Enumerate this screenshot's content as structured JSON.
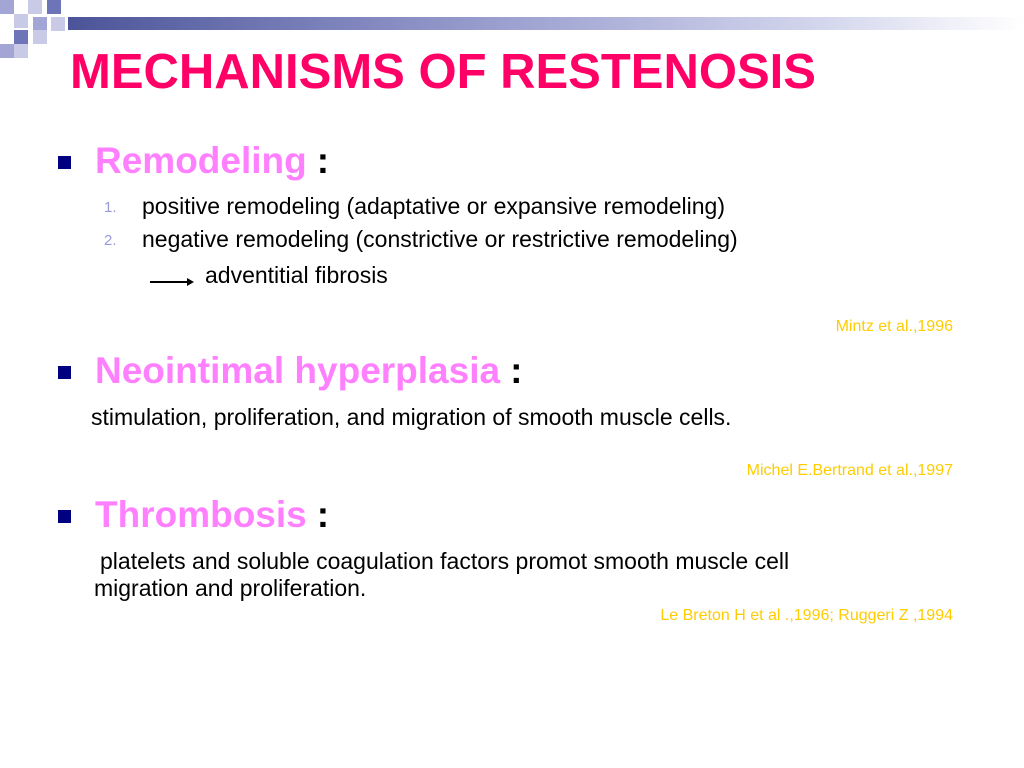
{
  "slide": {
    "title": "MECHANISMS OF RESTENOSIS",
    "accent_colors": {
      "title": "#ff0066",
      "heading": "#ff80ff",
      "citation": "#ffcc00",
      "bullet": "#000080",
      "numbering": "#9999dd"
    }
  },
  "sections": [
    {
      "heading": "Remodeling",
      "colon": ":",
      "items": [
        {
          "number": "1.",
          "text": "positive remodeling (adaptative or expansive remodeling)"
        },
        {
          "number": "2.",
          "text": "negative remodeling (constrictive or restrictive remodeling)"
        }
      ],
      "arrow_icon": "right-arrow-icon",
      "arrow_text": "adventitial fibrosis",
      "citation": "Mintz et al.,1996"
    },
    {
      "heading": "Neointimal hyperplasia",
      "colon": ":",
      "text": "stimulation, proliferation, and migration of smooth muscle cells.",
      "citation": "Michel E.Bertrand et al.,1997"
    },
    {
      "heading": "Thrombosis",
      "colon": ":",
      "text_line1": "platelets and soluble coagulation factors promot smooth muscle cell",
      "text_line2": "migration and proliferation.",
      "citation": "Le Breton H et al .,1996; Ruggeri Z ,1994"
    }
  ]
}
